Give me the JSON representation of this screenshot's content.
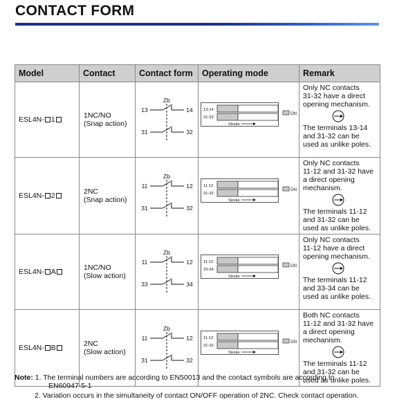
{
  "title": "CONTACT FORM",
  "colors": {
    "title_rule": "#1f2c86",
    "header_bg": "#cfcfcf",
    "bar_fill": "#c8c8c8",
    "border": "#888888"
  },
  "table": {
    "headers": [
      "Model",
      "Contact",
      "Contact form",
      "Operating mode",
      "Remark"
    ],
    "stroke_label": "Stroke",
    "on_label": "ON",
    "rows": [
      {
        "model_prefix": "ESL4N-",
        "model_code": "1",
        "contact_type": "1NC/NO",
        "action": "(Snap action)",
        "form": {
          "top_left": "13",
          "top_right": "14",
          "bottom_left": "31",
          "bottom_right": "32",
          "zb": "Zb"
        },
        "mode_labels": [
          "13-14",
          "31-32"
        ],
        "remark_lines": [
          "Only NC contacts",
          "31-32 have a direct",
          "opening mechanism."
        ],
        "remark_note": [
          "The terminals 13-14",
          "and 31-32 can be",
          "used as unlike poles."
        ]
      },
      {
        "model_prefix": "ESL4N-",
        "model_code": "2",
        "contact_type": "2NC",
        "action": "(Snap action)",
        "form": {
          "top_left": "11",
          "top_right": "12",
          "bottom_left": "31",
          "bottom_right": "32",
          "zb": "Zb"
        },
        "mode_labels": [
          "11-12",
          "31-32"
        ],
        "remark_lines": [
          "Only NC contacts",
          "11-12 and 31-32 have",
          "a direct opening",
          "mechanism."
        ],
        "remark_note": [
          "The terminals 11-12",
          "and 31-32 can be",
          "used as unlike poles."
        ]
      },
      {
        "model_prefix": "ESL4N-",
        "model_code": "A",
        "contact_type": "1NC/NO",
        "action": "(Slow action)",
        "form": {
          "top_left": "11",
          "top_right": "12",
          "bottom_left": "33",
          "bottom_right": "34",
          "zb": "Zb"
        },
        "mode_labels": [
          "11-12",
          "33-34"
        ],
        "remark_lines": [
          "Only NC contacts",
          "11-12 have a direct",
          "opening mechanism."
        ],
        "remark_note": [
          "The terminals 11-12",
          "and 33-34 can be",
          "used as unlike poles."
        ]
      },
      {
        "model_prefix": "ESL4N-",
        "model_code": "B",
        "contact_type": "2NC",
        "action": "(Slow action)",
        "form": {
          "top_left": "11",
          "top_right": "12",
          "bottom_left": "31",
          "bottom_right": "32",
          "zb": "Zb"
        },
        "mode_labels": [
          "11-12",
          "31-32"
        ],
        "remark_lines": [
          "Both NC contacts",
          "11-12 and 31-32 have",
          "a direct opening",
          "mechanism."
        ],
        "remark_note": [
          "The terminals 11-12",
          "and 31-32 can be",
          "used as unlike poles."
        ]
      }
    ]
  },
  "notes": {
    "label": "Note:",
    "line1": "1. The terminal numbers are according to EN50013 and the contact symbols are according to",
    "line1b": "EN60947-5-1",
    "line2": "2. Variation occurs in the simultaneity of contact ON/OFF operation of 2NC. Check contact operation."
  }
}
